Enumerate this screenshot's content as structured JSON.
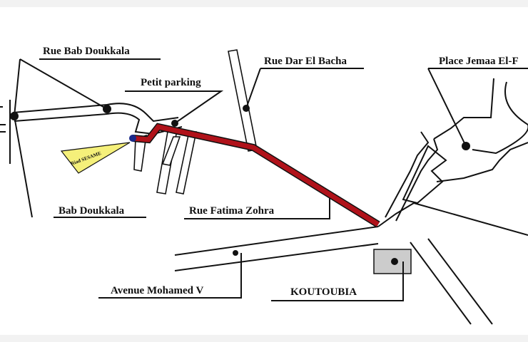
{
  "map": {
    "labels": {
      "rue_bab_doukkala": "Rue Bab Doukkala",
      "petit_parking": "Petit parking",
      "rue_dar_el_bacha": "Rue Dar El Bacha",
      "place_jemaa": "Place Jemaa El-F",
      "bab_doukkala": "Bab Doukkala",
      "rue_fatima_zohra": "Rue Fatima Zohra",
      "avenue_mohamed_v": "Avenue Mohamed V",
      "koutoubia": "KOUTOUBIA",
      "riad": "Riad SESAME"
    },
    "colors": {
      "route": "#b0121a",
      "riad_marker": "#f5f07a",
      "start": "#1a2a8a"
    }
  }
}
